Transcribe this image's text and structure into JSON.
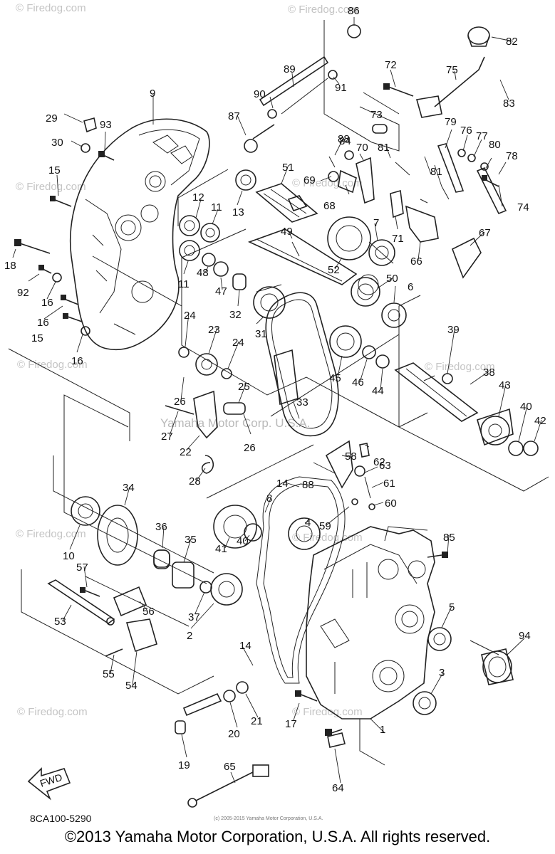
{
  "watermark": "© Firedog.com",
  "diagram_watermark": "Yamaha Motor Corp. U.S.A.",
  "tiny_credit": "(c) 2005-2015 Yamaha Motor Corporation, U.S.A.",
  "diagram_code": "8CA100-5290",
  "fwd_label": "FWD",
  "copyright": "©2013 Yamaha Motor Corporation, U.S.A. All rights reserved.",
  "callouts": [
    "1",
    "2",
    "3",
    "4",
    "5",
    "6",
    "7",
    "8",
    "9",
    "10",
    "11",
    "11",
    "12",
    "13",
    "14",
    "14",
    "15",
    "15",
    "16",
    "16",
    "16",
    "17",
    "18",
    "19",
    "20",
    "21",
    "22",
    "23",
    "24",
    "24",
    "25",
    "26",
    "26",
    "27",
    "28",
    "29",
    "30",
    "31",
    "32",
    "33",
    "34",
    "35",
    "36",
    "37",
    "38",
    "39",
    "40",
    "40",
    "41",
    "42",
    "43",
    "44",
    "45",
    "46",
    "47",
    "48",
    "49",
    "50",
    "51",
    "52",
    "53",
    "54",
    "55",
    "56",
    "57",
    "58",
    "59",
    "60",
    "61",
    "62",
    "63",
    "64",
    "65",
    "66",
    "67",
    "68",
    "69",
    "70",
    "71",
    "72",
    "73",
    "74",
    "75",
    "76",
    "77",
    "78",
    "79",
    "80",
    "81",
    "81",
    "82",
    "83",
    "84",
    "85",
    "86",
    "87",
    "88",
    "88",
    "89",
    "90",
    "91",
    "92",
    "93",
    "94"
  ]
}
